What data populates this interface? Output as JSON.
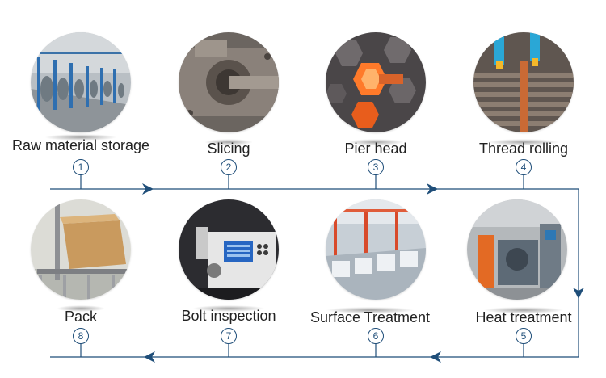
{
  "accent_color": "#1f4e79",
  "steps": [
    {
      "number": "1",
      "label": "Raw material storage"
    },
    {
      "number": "2",
      "label": "Slicing"
    },
    {
      "number": "3",
      "label": "Pier head"
    },
    {
      "number": "4",
      "label": "Thread rolling"
    },
    {
      "number": "5",
      "label": "Heat treatment"
    },
    {
      "number": "6",
      "label": "Surface Treatment"
    },
    {
      "number": "7",
      "label": "Bolt inspection"
    },
    {
      "number": "8",
      "label": "Pack"
    }
  ]
}
